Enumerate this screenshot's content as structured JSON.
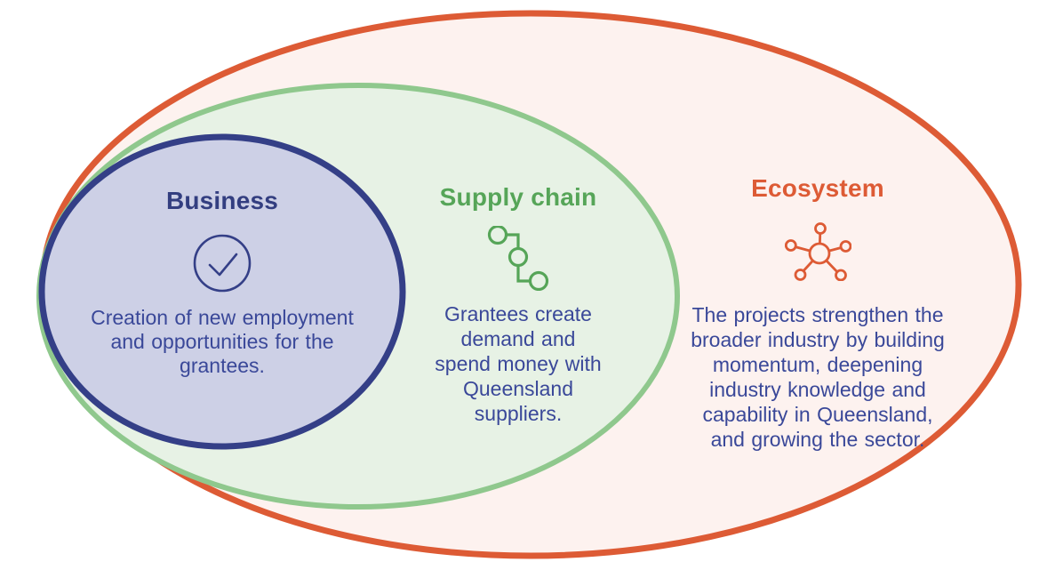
{
  "diagram": {
    "type": "nested-venn",
    "sections": {
      "business": {
        "title": "Business",
        "description": "Creation of new employment\nand opportunities for the\ngrantees.",
        "icon": "check-circle-icon"
      },
      "supply_chain": {
        "title": "Supply chain",
        "description": "Grantees create\ndemand and\nspend money with\nQueensland\nsuppliers.",
        "icon": "supply-chain-links-icon"
      },
      "ecosystem": {
        "title": "Ecosystem",
        "description": "The projects strengthen the\nbroader industry by building\nmomentum, deepening\nindustry knowledge and\ncapability in Queensland,\nand growing the sector.",
        "icon": "network-hub-icon"
      }
    }
  },
  "colors": {
    "business_stroke": "#343F87",
    "business_fill": "#CDD0E6",
    "supply_stroke": "#8FC88D",
    "supply_fill": "#E7F2E5",
    "supply_accent": "#56A558",
    "ecosystem_stroke": "#DD5B35",
    "ecosystem_fill": "#FDF2EF",
    "text_navy": "#3A4899",
    "text_navy_strong": "#333E80"
  }
}
